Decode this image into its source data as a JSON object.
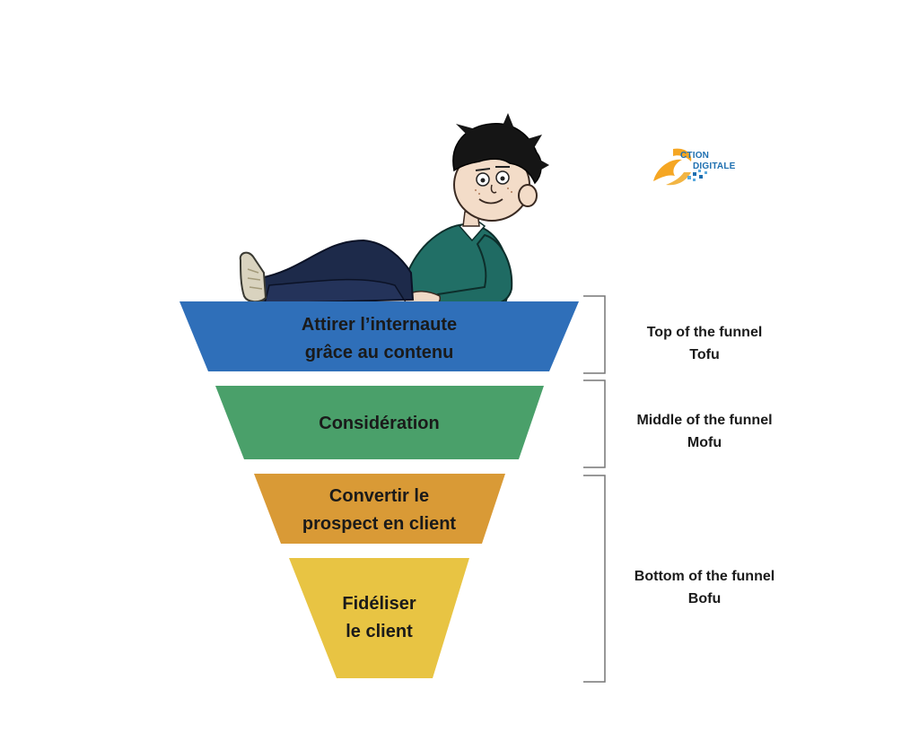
{
  "logo": {
    "line1": "CTION",
    "line2": "DIGITALE",
    "colors": {
      "orange": "#f5a623",
      "blue": "#1e6fb0",
      "light_blue": "#5aa9dd"
    }
  },
  "funnel": {
    "stages": [
      {
        "id": "attirer",
        "lines": [
          "Attirer l’internaute",
          "grâce au contenu"
        ],
        "color": "#2f6fb9"
      },
      {
        "id": "consideration",
        "lines": [
          "Considération"
        ],
        "color": "#4aa06a"
      },
      {
        "id": "convertir",
        "lines": [
          "Convertir le",
          "prospect en client"
        ],
        "color": "#d99a36"
      },
      {
        "id": "fideliser",
        "lines": [
          "Fidéliser",
          "le client"
        ],
        "color": "#e8c443"
      }
    ]
  },
  "phases": [
    {
      "id": "tofu",
      "lines": [
        "Top of the funnel",
        "Tofu"
      ]
    },
    {
      "id": "mofu",
      "lines": [
        "Middle of the funnel",
        "Mofu"
      ]
    },
    {
      "id": "bofu",
      "lines": [
        "Bottom of the funnel",
        "Bofu"
      ]
    }
  ],
  "character": {
    "icon": "reclining-boy-illustration"
  }
}
